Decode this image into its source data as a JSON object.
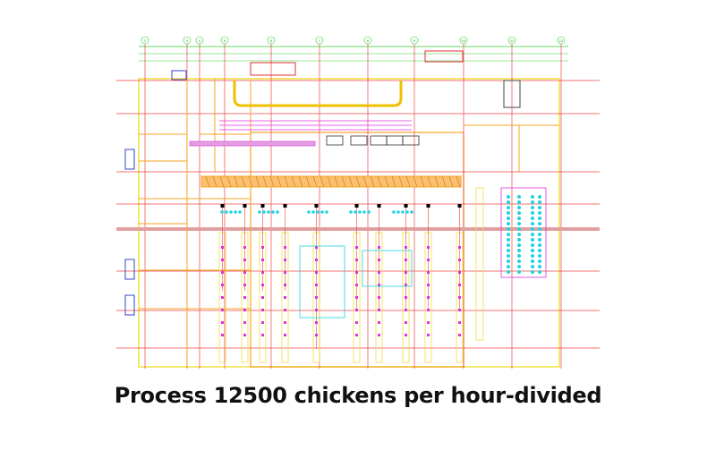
{
  "caption": "Process 12500 chickens per hour-divided",
  "drawing": {
    "grid_labels": [
      "1",
      "3",
      "4",
      "5",
      "6",
      "7",
      "8",
      "9",
      "10",
      "11",
      "12"
    ],
    "colors": {
      "grid_red": "#ee4444",
      "dim_green": "#33cc33",
      "wall_orange": "#f5a623",
      "wall_yellow": "#f0e040",
      "equip_cyan": "#22d3e0",
      "equip_magenta": "#e030e0",
      "node_black": "#000000",
      "stair_blue": "#3344cc"
    }
  }
}
